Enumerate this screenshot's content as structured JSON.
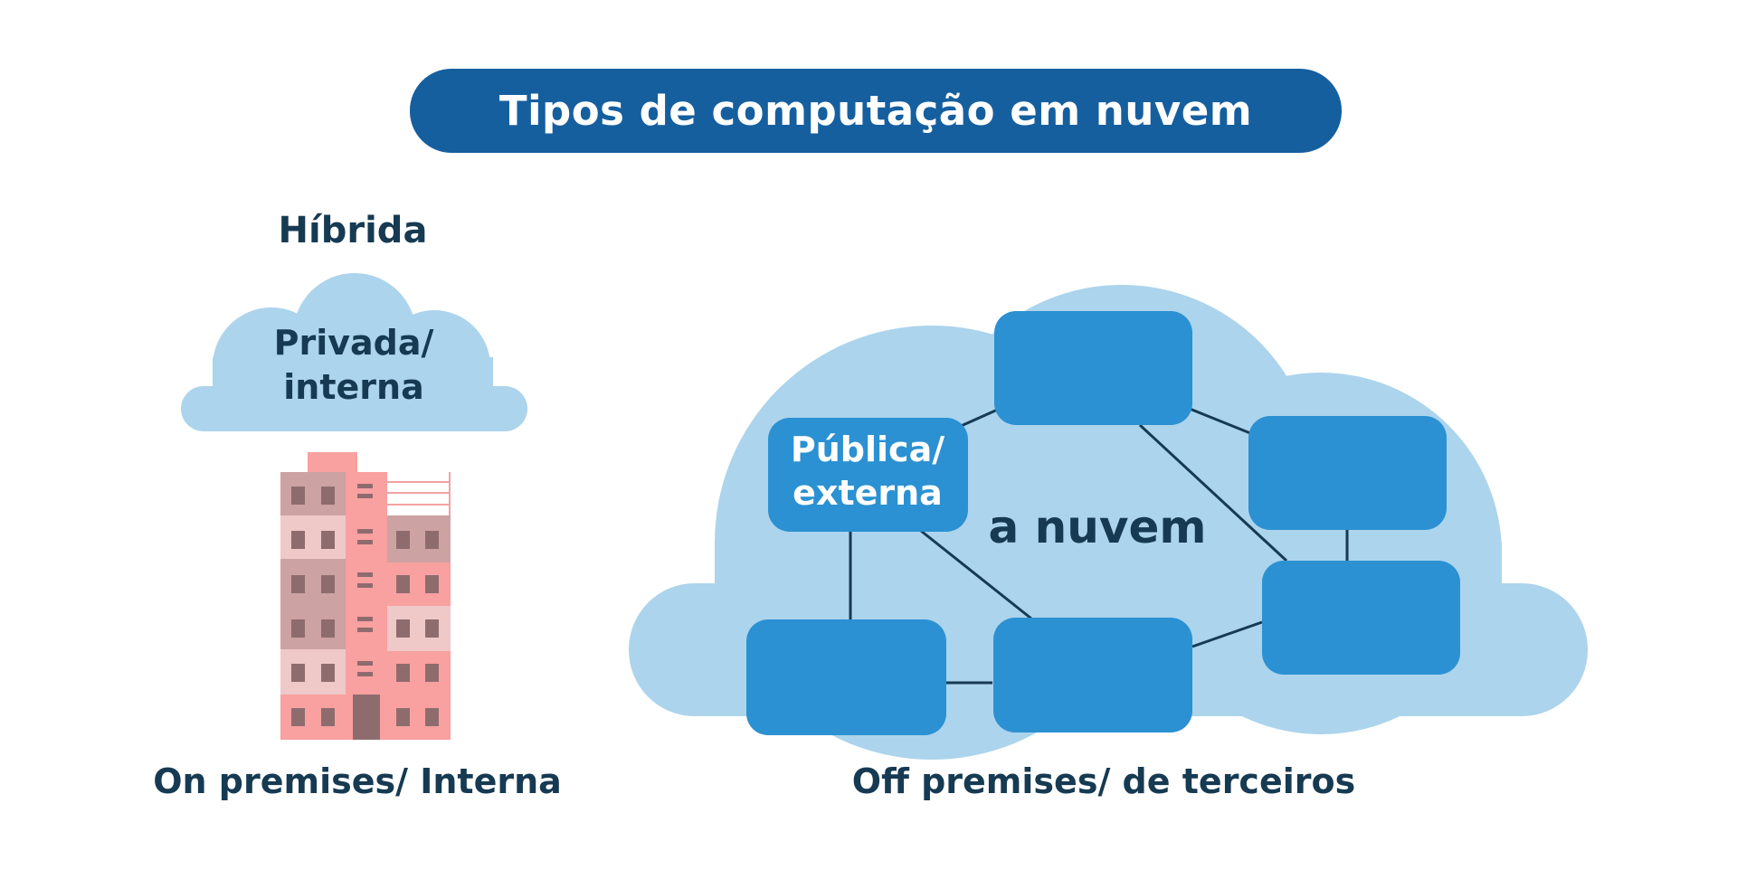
{
  "title": "Tipos de computação em nuvem",
  "hybrid": {
    "label": "Híbrida",
    "private_cloud": {
      "line1": "Privada/",
      "line2": "interna"
    },
    "caption": "On premises/ Interna"
  },
  "public": {
    "box": {
      "line1": "Pública/",
      "line2": "externa"
    },
    "cloud_label": "a nuvem",
    "caption": "Off premises/ de terceiros"
  },
  "colors": {
    "title_bg": "#165f9f",
    "text_dark": "#163a52",
    "cloud_light": "#acd4ec",
    "node_blue": "#2b91d2",
    "building_pink": "#f9a0a0",
    "building_mauve": "#cda2a2",
    "building_light": "#efc8c8",
    "window": "#8e6c6e"
  }
}
